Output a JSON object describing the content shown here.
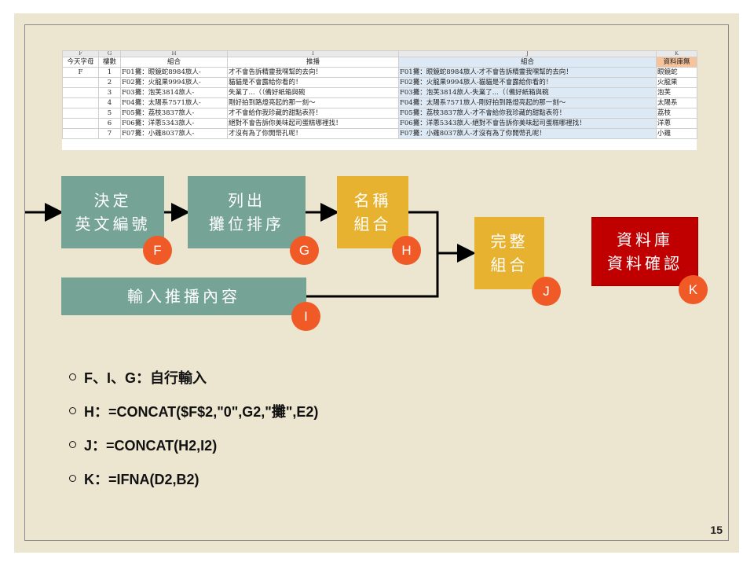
{
  "spreadsheet": {
    "columns": [
      "F",
      "G",
      "H",
      "I",
      "J",
      "K"
    ],
    "headers": [
      "今天字母",
      "樓數",
      "組合",
      "推播",
      "組合",
      "資料庫無"
    ],
    "rows": [
      [
        "F",
        "1",
        "F01攤：眼鏡蛇8984旅人-",
        "才不會告訴精靈我嘿幫的去向！",
        "F01攤：眼鏡蛇8984旅人-才不會告訴精靈我嘿幫的去向！",
        "眼鏡蛇"
      ],
      [
        "",
        "2",
        "F02攤：火龍果9994旅人-",
        "貓貓是不會露給你看的！",
        "F02攤：火龍果9994旅人-貓貓是不會露給你看的！",
        "火龍果"
      ],
      [
        "",
        "3",
        "F03攤：泡芙3814旅人-",
        "失業了...（（備好紙箱與碗",
        "F03攤：泡芙3814旅人-失業了...（（備好紙箱與碗",
        "泡芙"
      ],
      [
        "",
        "4",
        "F04攤：太陽系7571旅人-",
        "剛好拍到路燈亮起的那一刻～",
        "F04攤：太陽系7571旅人-剛好拍到路燈亮起的那一刻～",
        "太陽系"
      ],
      [
        "",
        "5",
        "F05攤：荔枝3837旅人-",
        "才不會給你我珍藏的甜點表符！",
        "F05攤：荔枝3837旅人-才不會給你我珍藏的甜點表符！",
        "荔枝"
      ],
      [
        "",
        "6",
        "F06攤：洋蔥5343旅人-",
        "絕對不會告訴你美味起司蛋糕哪裡找！",
        "F06攤：洋蔥5343旅人-絕對不會告訴你美味起司蛋糕哪裡找！",
        "洋蔥"
      ],
      [
        "",
        "7",
        "F07攤：小雞8037旅人-",
        "才沒有為了你開幣孔呢！",
        "F07攤：小雞8037旅人-才沒有為了你開幣孔呢！",
        "小雞"
      ]
    ]
  },
  "steps": {
    "f": {
      "label": "決定\n英文編號",
      "badge": "F"
    },
    "g": {
      "label": "列出\n攤位排序",
      "badge": "G"
    },
    "h": {
      "label": "名稱\n組合",
      "badge": "H"
    },
    "i": {
      "label": "輸入推播內容",
      "badge": "I"
    },
    "j": {
      "label": "完整\n組合",
      "badge": "J"
    },
    "k": {
      "label": "資料庫\n資料確認",
      "badge": "K"
    }
  },
  "bullets": [
    "F、I、G：自行輸入",
    "H：=CONCAT($F$2,\"0\",G2,\"攤\",E2)",
    "J：=CONCAT(H2,I2)",
    "K：=IFNA(D2,B2)"
  ],
  "page_number": "15",
  "colors": {
    "teal": "#75a396",
    "gold": "#e8b231",
    "red": "#c00000",
    "badge": "#f05a26",
    "background": "#ece5d0"
  }
}
